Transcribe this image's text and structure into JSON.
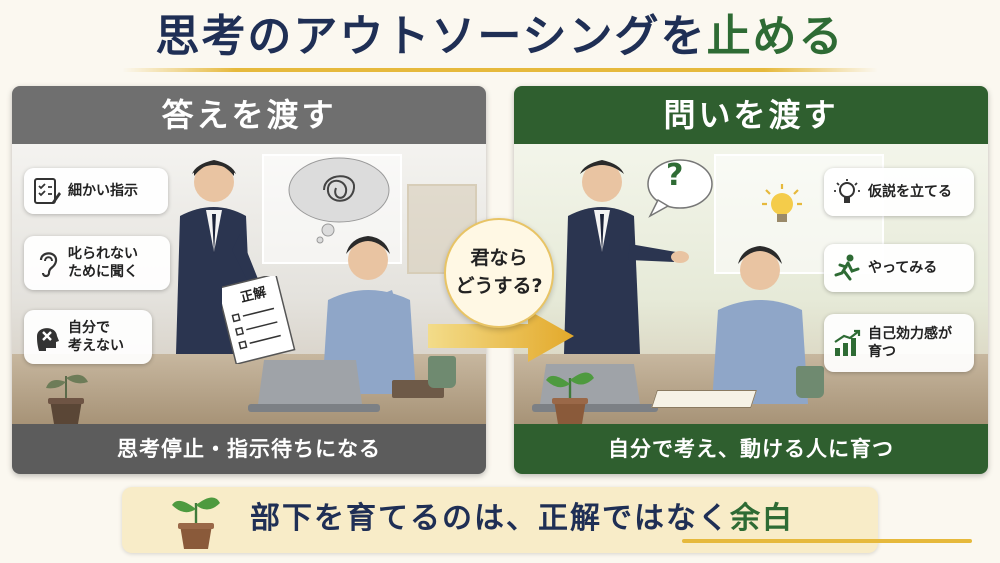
{
  "title": {
    "main": "思考のアウトソーシングを",
    "accent": "止める"
  },
  "left_panel": {
    "heading": "答えを渡す",
    "chips": [
      {
        "label": "細かい指示",
        "icon": "checklist-icon"
      },
      {
        "label": "叱られない\nために聞く",
        "icon": "ear-icon"
      },
      {
        "label": "自分で\n考えない",
        "icon": "head-x-icon"
      }
    ],
    "document_label": "正解",
    "footer": "思考停止・指示待ちになる"
  },
  "right_panel": {
    "heading": "問いを渡す",
    "question_mark": "?",
    "chips": [
      {
        "label": "仮説を立てる",
        "icon": "lightbulb-icon"
      },
      {
        "label": "やってみる",
        "icon": "running-person-icon"
      },
      {
        "label": "自己効力感が\n育つ",
        "icon": "growth-chart-icon"
      }
    ],
    "footer": "自分で考え、動ける人に育つ"
  },
  "center_bubble": {
    "text": "君なら\nどうする?"
  },
  "banner": {
    "main": "部下を育てるのは、正解ではなく",
    "accent": "余白"
  },
  "colors": {
    "navy": "#1f2f55",
    "green": "#2e6b34",
    "gold": "#e6b93c",
    "gray_panel": "#6f6f6f"
  }
}
